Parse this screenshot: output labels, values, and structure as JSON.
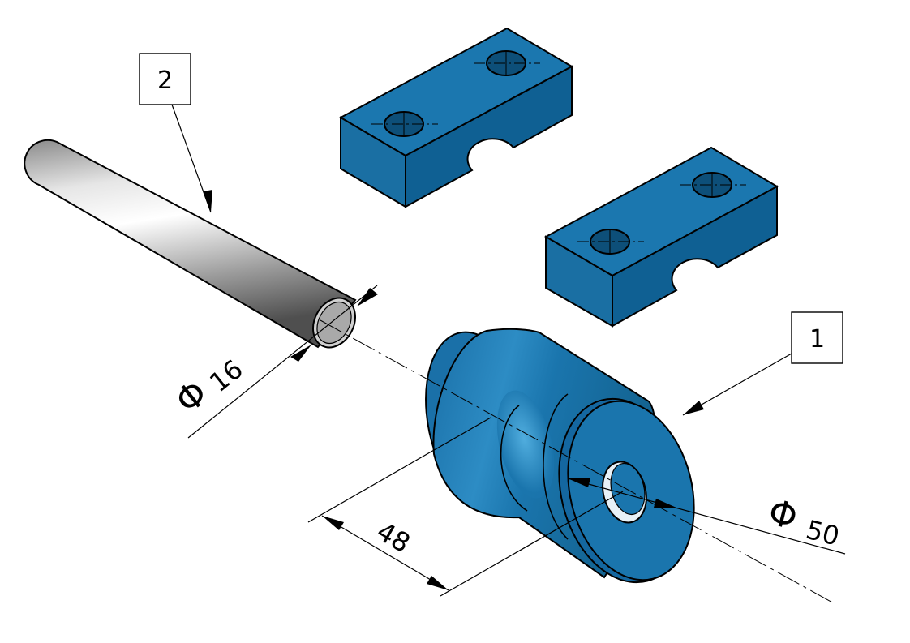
{
  "colors": {
    "part_blue": "#1a75ad",
    "part_blue_dark": "#0f5d8c",
    "part_blue_light": "#3b95c8",
    "shaft_grey": "#b9b9b9",
    "line": "#000000",
    "background": "#ffffff"
  },
  "balloons": {
    "roller": "1",
    "shaft": "2"
  },
  "dimensions": {
    "shaft_diameter_symbol": "Φ",
    "shaft_diameter_value": "16",
    "roller_diameter_symbol": "Φ",
    "roller_diameter_value": "50",
    "roller_length_value": "48"
  }
}
